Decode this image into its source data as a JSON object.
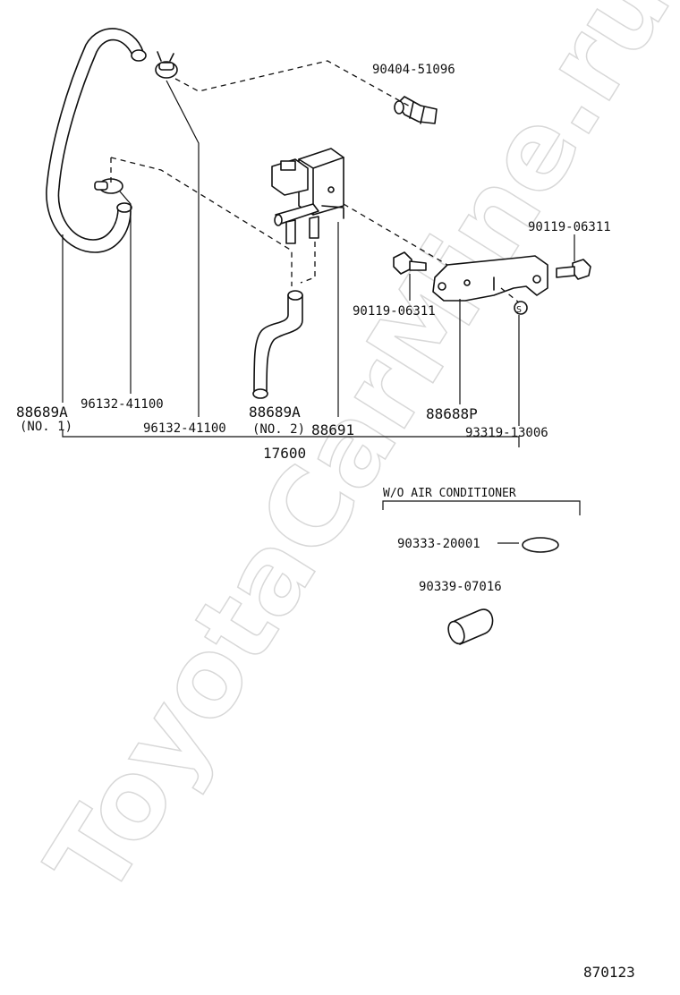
{
  "watermark": "ToyotaCarMine.ru",
  "labels": {
    "p90404": "90404-51096",
    "p90119_right": "90119-06311",
    "p90119_left": "90119-06311",
    "p96132_a": "96132-41100",
    "p96132_b": "96132-41100",
    "p88689A_1_num": "88689A",
    "p88689A_1_sub": "(NO. 1)",
    "p88689A_2_num": "88689A",
    "p88689A_2_sub": "(NO. 2)",
    "p88691": "88691",
    "p88688P": "88688P",
    "p93319": "93319-13006",
    "p17600": "17600",
    "wo_ac": "W/O AIR CONDITIONER",
    "p90333": "90333-20001",
    "p90339": "90339-07016",
    "diagram_id": "870123"
  },
  "icons": {
    "hose_no1": "hose-icon",
    "hose_no2": "hose-icon",
    "clamp": "clamp-icon",
    "valve": "vsv-valve-icon",
    "bolt": "bolt-icon",
    "bracket": "bracket-icon",
    "oring": "o-ring-icon",
    "sleeve": "sleeve-icon"
  }
}
